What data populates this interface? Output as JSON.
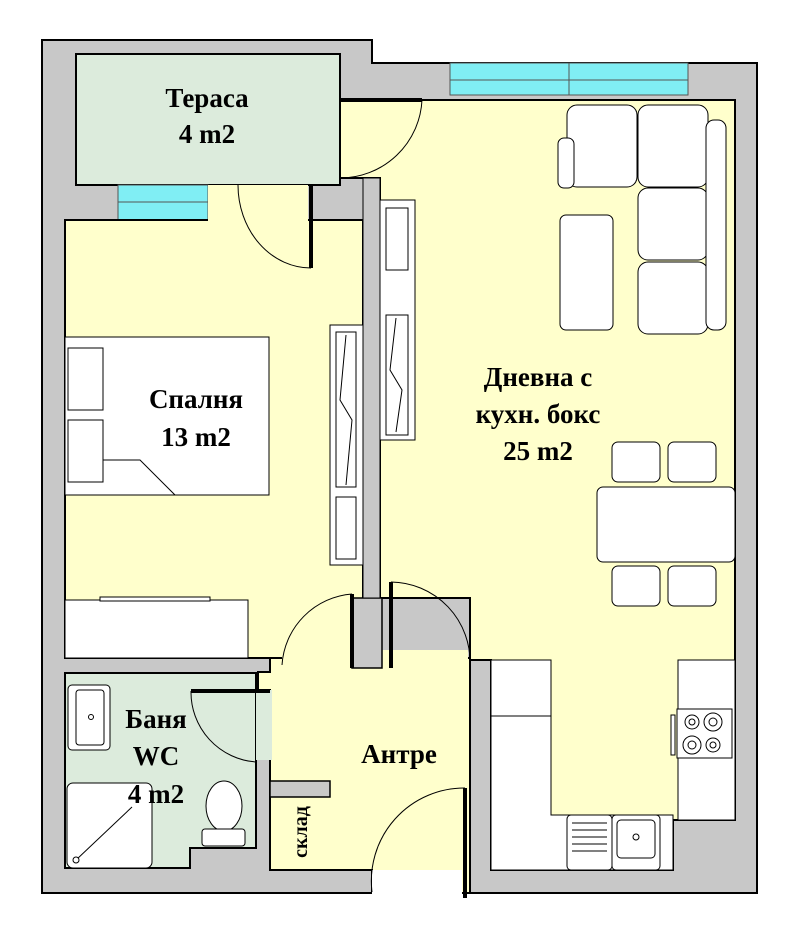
{
  "plan": {
    "rooms": {
      "terrace": {
        "name": "Тераса",
        "area": "4 m2"
      },
      "bedroom": {
        "name": "Спалня",
        "area": "13 m2"
      },
      "living": {
        "line1": "Дневна с",
        "line2": "кухн. бокс",
        "area": "25 m2"
      },
      "bathroom": {
        "name": "Баня",
        "line2": "WC",
        "area": "4 m2"
      },
      "hall": {
        "name": "Антре"
      },
      "storage": {
        "name": "склад"
      }
    },
    "colors": {
      "wall": "#c8c8c8",
      "dry_room": "#ffffcc",
      "wet_room": "#dcebdc",
      "window": "#80eef4",
      "furniture": "#ffffff"
    }
  }
}
